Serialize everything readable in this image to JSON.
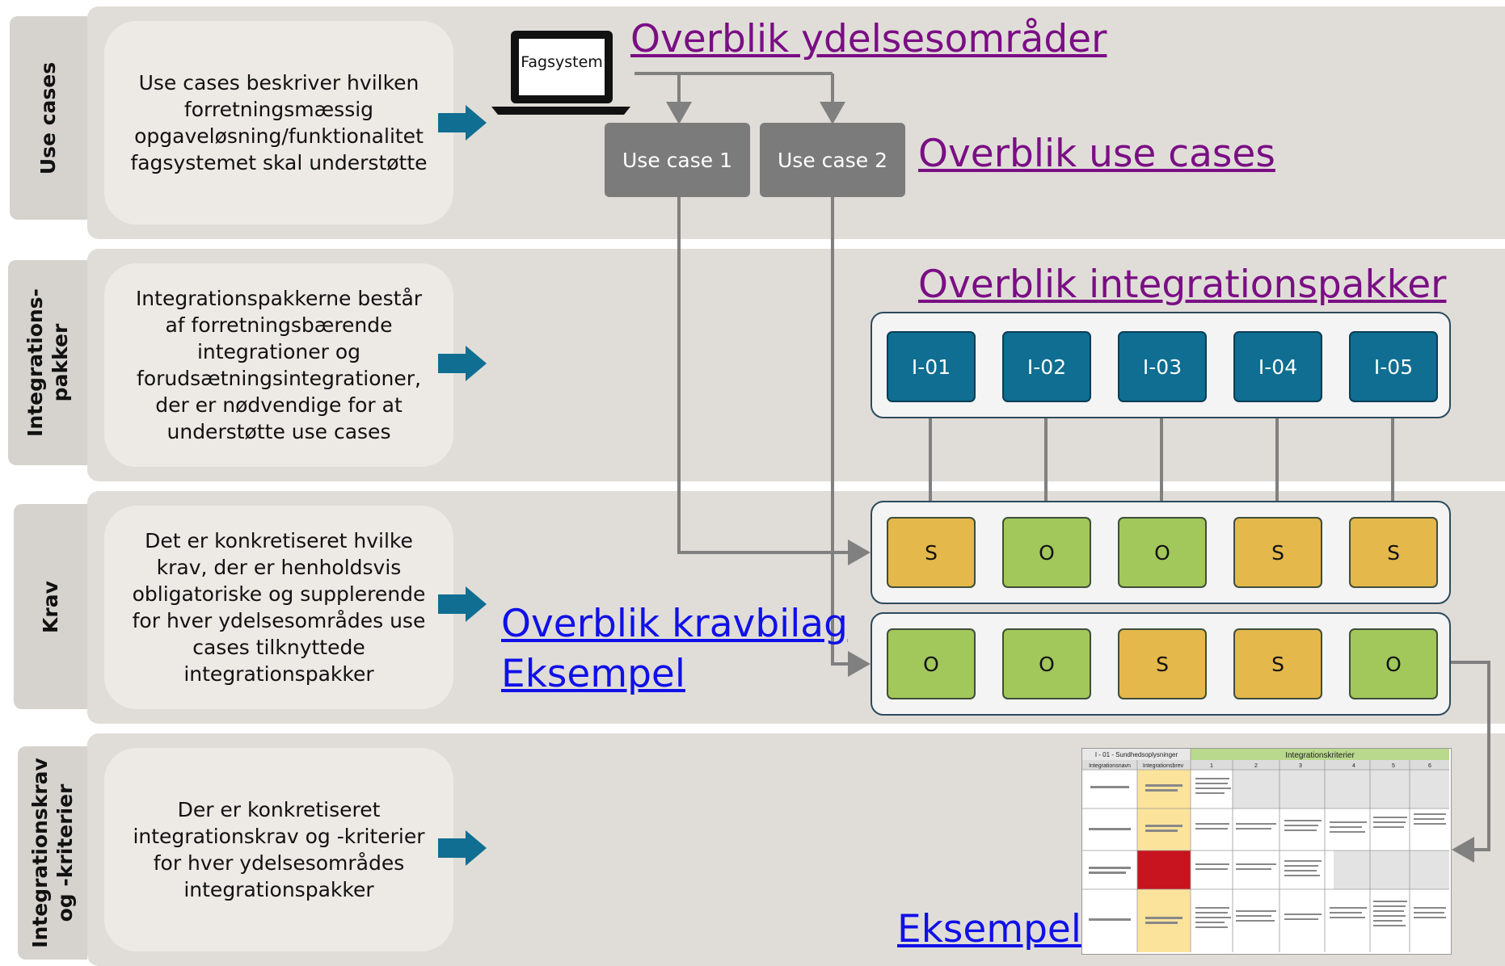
{
  "rows": [
    {
      "label": "Use cases",
      "description": "Use cases beskriver hvilken\nforretningsmæssig\nopgaveløsning/funktionalitet\nfagsystemet skal understøtte"
    },
    {
      "label": "Integrations-\npakker",
      "description": "Integrationspakkerne består\naf forretningsbærende\nintegrationer og\nforudsætningsintegrationer,\nder er nødvendige for at\nunderstøtte use cases"
    },
    {
      "label": "Krav",
      "description": "Det er konkretiseret hvilke\nkrav, der er henholdsvis\nobligatoriske og supplerende\nfor hver ydelsesområdes use\ncases tilknyttede\nintegrationspakker"
    },
    {
      "label": "Integrationskrav\nog -kriterier",
      "description": "Der er konkretiseret\nintegrationskrav og -kriterier\nfor hver ydelsesområdes\nintegrationspakker"
    }
  ],
  "laptop_label": "Fagsystem",
  "links": {
    "ydelsesomraader": "Overblik ydelsesområder",
    "use_cases": "Overblik use cases",
    "integrationspakker": "Overblik integrationspakker",
    "kravbilag": "Overblik kravbilag",
    "eksempel_krav": "Eksempel",
    "eksempel_kriterier": "Eksempel"
  },
  "use_cases": [
    "Use case 1",
    "Use case 2"
  ],
  "integration_packages": [
    "I-01",
    "I-02",
    "I-03",
    "I-04",
    "I-05"
  ],
  "krav_use_case_1": [
    "S",
    "O",
    "O",
    "S",
    "S"
  ],
  "krav_use_case_2": [
    "O",
    "O",
    "S",
    "S",
    "O"
  ],
  "colors": {
    "band": "#e0ddd8",
    "integration_box": "#0f6e91",
    "supplerende": "#e4b84b",
    "obligatorisk": "#a2c75b",
    "use_case_box": "#7b7b7b",
    "arrow": "#0f6e91",
    "connector": "#808080"
  },
  "example_table": {
    "title": "I - 01 - Sundhedsoplysninger",
    "header_right": "Integrationskriterier",
    "columns": [
      "Integrationsnavn",
      "Integrationsbrev",
      "1",
      "2",
      "3",
      "4",
      "5",
      "6"
    ]
  }
}
